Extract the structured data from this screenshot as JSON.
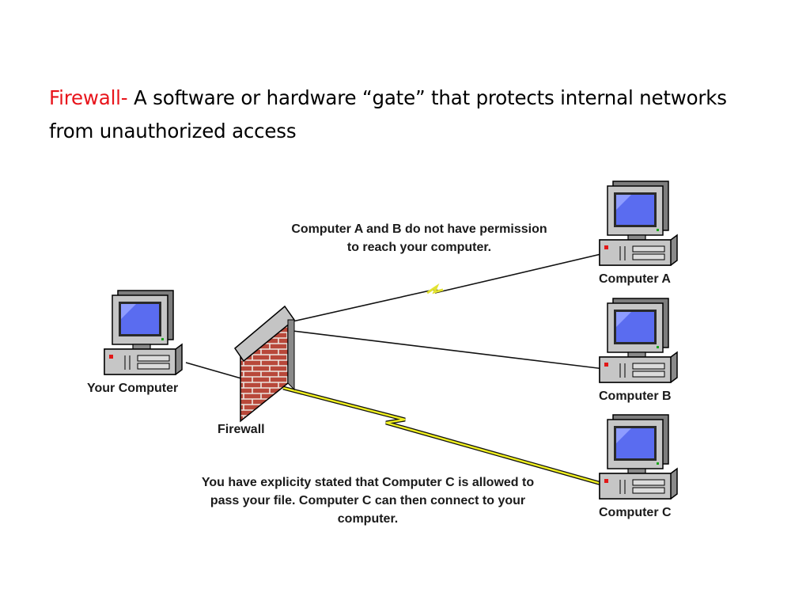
{
  "heading": {
    "term": "Firewall-",
    "definition": "A software or hardware “gate” that protects internal networks from unauthorized access",
    "term_color": "#e8141b"
  },
  "diagram": {
    "nodes": {
      "your_computer": "Your Computer",
      "firewall": "Firewall",
      "computer_a": "Computer A",
      "computer_b": "Computer B",
      "computer_c": "Computer C"
    },
    "notes": {
      "a_and_b": "Computer A and B do not have permission to reach your computer.",
      "c": "You have explicity stated that Computer C is allowed to pass your file.  Computer C can then connect to your computer."
    },
    "icons": [
      "desktop-computer-icon",
      "brick-firewall-icon",
      "lightning-link-icon"
    ],
    "colors": {
      "link_blocked": "#d8d83a",
      "link_allowed": "#f0f020",
      "brick": "#b8483a",
      "screen": "#5a6cf0"
    }
  }
}
